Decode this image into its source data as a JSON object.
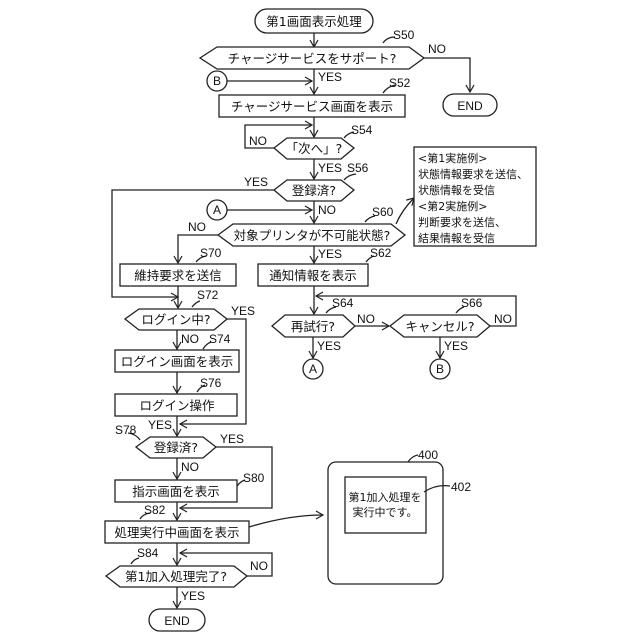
{
  "diagram": {
    "start": "第1画面表示処理",
    "end_labels": {
      "end_top": "END",
      "end_bottom": "END"
    },
    "branch_labels": {
      "yes": "YES",
      "no": "NO"
    },
    "connectors": {
      "a": "A",
      "b": "B"
    },
    "steps": {
      "s50": {
        "id": "S50",
        "text": "チャージサービスをサポート?",
        "type": "decision"
      },
      "s52": {
        "id": "S52",
        "text": "チャージサービス画面を表示",
        "type": "process"
      },
      "s54": {
        "id": "S54",
        "text": "「次へ」?",
        "type": "decision"
      },
      "s56": {
        "id": "S56",
        "text": "登録済?",
        "type": "decision"
      },
      "s60": {
        "id": "S60",
        "text": "対象プリンタが不可能状態?",
        "type": "decision"
      },
      "s62": {
        "id": "S62",
        "text": "通知情報を表示",
        "type": "process"
      },
      "s64": {
        "id": "S64",
        "text": "再試行?",
        "type": "decision"
      },
      "s66": {
        "id": "S66",
        "text": "キャンセル?",
        "type": "decision"
      },
      "s70": {
        "id": "S70",
        "text": "維持要求を送信",
        "type": "process"
      },
      "s72": {
        "id": "S72",
        "text": "ログイン中?",
        "type": "decision"
      },
      "s74": {
        "id": "S74",
        "text": "ログイン画面を表示",
        "type": "process"
      },
      "s76": {
        "id": "S76",
        "text": "ログイン操作",
        "type": "process"
      },
      "s78": {
        "id": "S78",
        "text": "登録済?",
        "type": "decision"
      },
      "s80": {
        "id": "S80",
        "text": "指示画面を表示",
        "type": "process"
      },
      "s82": {
        "id": "S82",
        "text": "処理実行中画面を表示",
        "type": "process"
      },
      "s84": {
        "id": "S84",
        "text": "第1加入処理完了?",
        "type": "decision"
      }
    },
    "note": {
      "lines": [
        "<第1実施例>",
        "状態情報要求を送信、",
        "状態情報を受信",
        "<第2実施例>",
        "判断要求を送信、",
        "結果情報を受信"
      ]
    },
    "screen": {
      "device_ref": "400",
      "message_ref": "402",
      "message_lines": [
        "第1加入処理を",
        "実行中です。"
      ]
    }
  }
}
